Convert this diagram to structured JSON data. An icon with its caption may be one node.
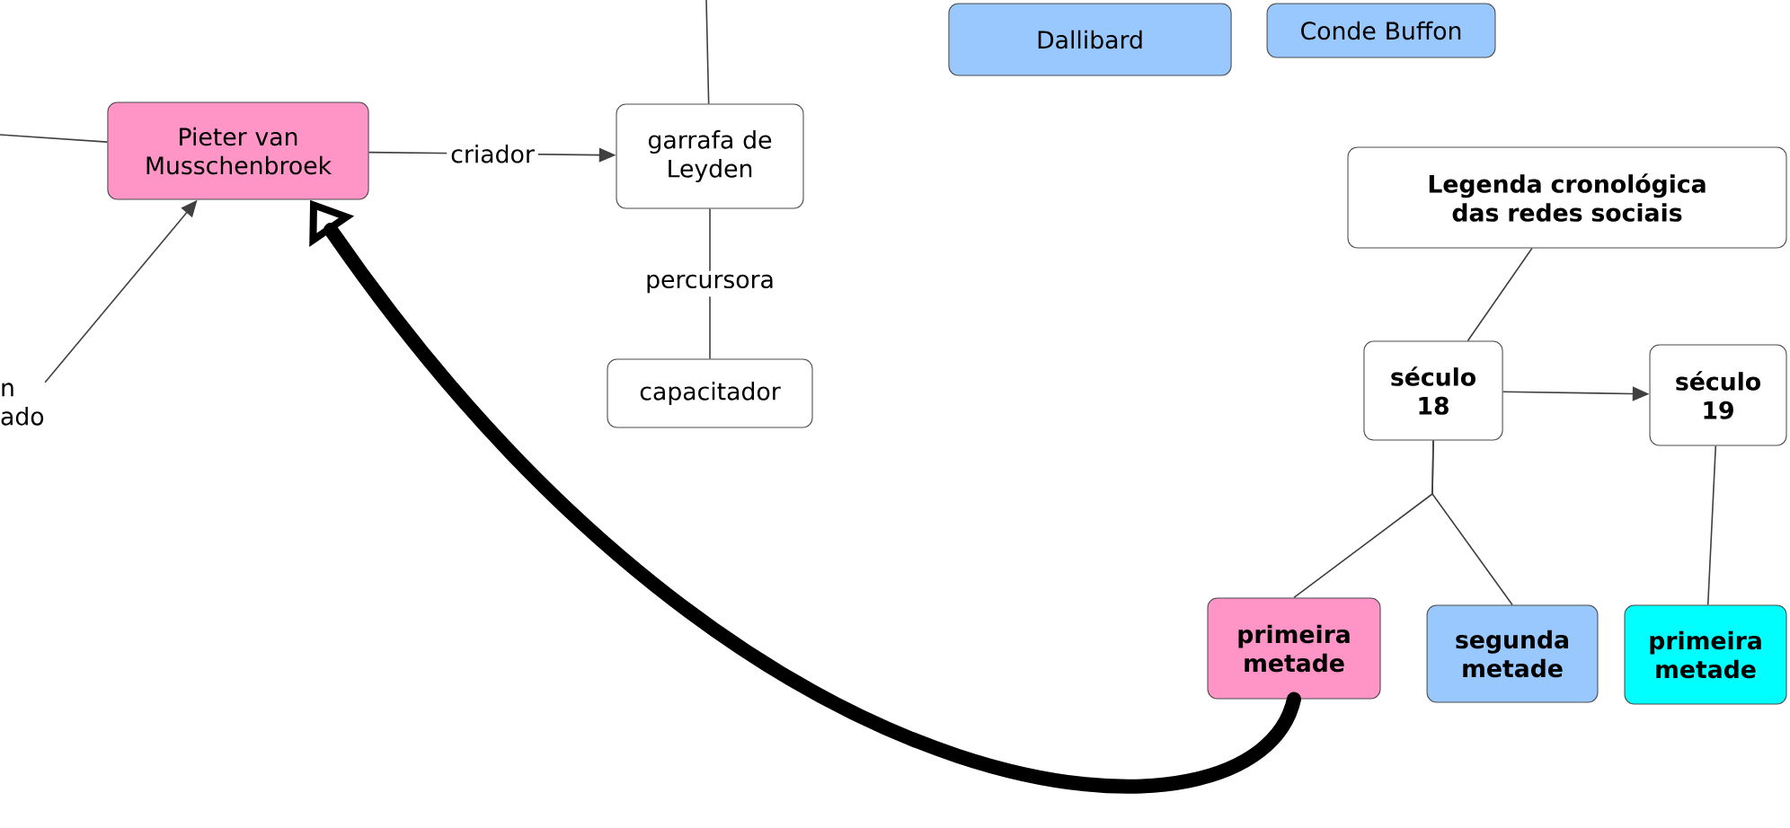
{
  "diagram": {
    "nodes": [
      {
        "text": [
          "Pieter van Musschenbroek"
        ]
      },
      {
        "text": [
          "garrafa de Leyden"
        ]
      },
      {
        "text": [
          "capacitador"
        ]
      },
      {
        "text": [
          "Dallibard"
        ]
      },
      {
        "text": [
          "Conde Buffon"
        ]
      },
      {
        "text": [
          "Legenda cronológica das redes sociais"
        ]
      },
      {
        "text": [
          "século 18"
        ]
      },
      {
        "text": [
          "século 19"
        ]
      },
      {
        "text": [
          "primeira metade"
        ]
      },
      {
        "text": [
          "segunda metade"
        ]
      },
      {
        "text": [
          "primeira metade"
        ]
      },
      {
        "text": [
          "n ado"
        ]
      }
    ],
    "edges": [
      {
        "from": null,
        "to": 0,
        "arrow": "none"
      },
      {
        "from": 11,
        "to": 0,
        "arrow": "to"
      },
      {
        "from": 0,
        "to": 1,
        "arrow": "to",
        "label": "criador"
      },
      {
        "from": null,
        "to": 1,
        "arrow": "none"
      },
      {
        "from": 1,
        "to": 2,
        "arrow": "none",
        "label": "percursora"
      },
      {
        "from": 5,
        "to": 6,
        "arrow": "none"
      },
      {
        "from": 6,
        "to": 7,
        "arrow": "to"
      },
      {
        "from": 6,
        "to": 8,
        "arrow": "none"
      },
      {
        "from": 6,
        "to": 9,
        "arrow": "none"
      },
      {
        "from": 7,
        "to": 10,
        "arrow": "none"
      },
      {
        "from": 8,
        "to": 0,
        "arrow": "to",
        "style": "thick"
      }
    ]
  }
}
